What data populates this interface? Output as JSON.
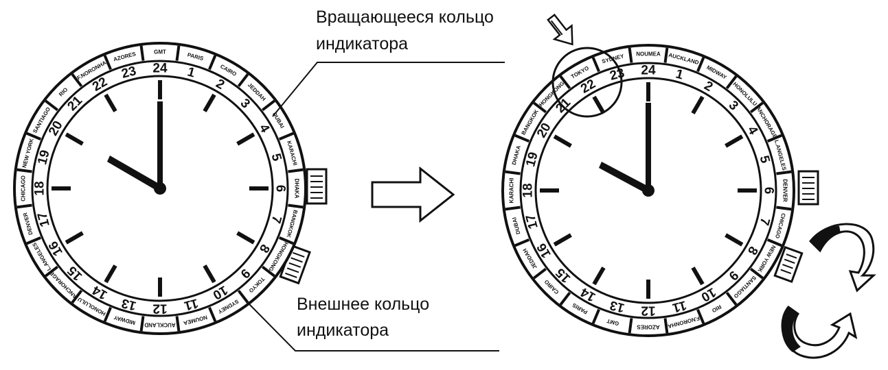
{
  "callouts": {
    "rotating_ring_line1": "Вращающееся кольцо",
    "rotating_ring_line2": "индикатора",
    "outer_ring_line1": "Внешнее кольцо",
    "outer_ring_line2": "индикатора"
  },
  "watch_left": {
    "hours": [
      "24",
      "1",
      "2",
      "3",
      "4",
      "5",
      "6",
      "7",
      "8",
      "9",
      "10",
      "11",
      "12",
      "13",
      "14",
      "15",
      "16",
      "17",
      "18",
      "19",
      "20",
      "21",
      "22",
      "23"
    ],
    "cities": [
      "GMT",
      "PARIS",
      "CAIRO",
      "JEDDAH",
      "DUBAI",
      "KARACHI",
      "DHAKA",
      "BANGKOK",
      "HONGKONG",
      "TOKYO",
      "SYDNEY",
      "NOUMEA",
      "AUCKLAND",
      "MIDWAY",
      "HONOLULU",
      "ANCHORAGE",
      "L.ANGELES",
      "DENVER",
      "CHICAGO",
      "NEW YORK",
      "SANTIAGO",
      "RIO",
      "F.NORONHA",
      "AZORES"
    ]
  },
  "watch_right": {
    "hours": [
      "24",
      "1",
      "2",
      "3",
      "4",
      "5",
      "6",
      "7",
      "8",
      "9",
      "10",
      "11",
      "12",
      "13",
      "14",
      "15",
      "16",
      "17",
      "18",
      "19",
      "20",
      "21",
      "22",
      "23"
    ],
    "cities": [
      "NOUMEA",
      "AUCKLAND",
      "MIDWAY",
      "HONOLULU",
      "ANCHORAGE",
      "L.ANGELES",
      "DENVER",
      "CHICAGO",
      "NEW YORK",
      "SANTIAGO",
      "RIO",
      "F.NORONHA",
      "AZORES",
      "GMT",
      "PARIS",
      "CAIRO",
      "JEDDAH",
      "DUBAI",
      "KARACHI",
      "DHAKA",
      "BANGKOK",
      "HONGKONG",
      "TOKYO",
      "SYDNEY"
    ]
  }
}
